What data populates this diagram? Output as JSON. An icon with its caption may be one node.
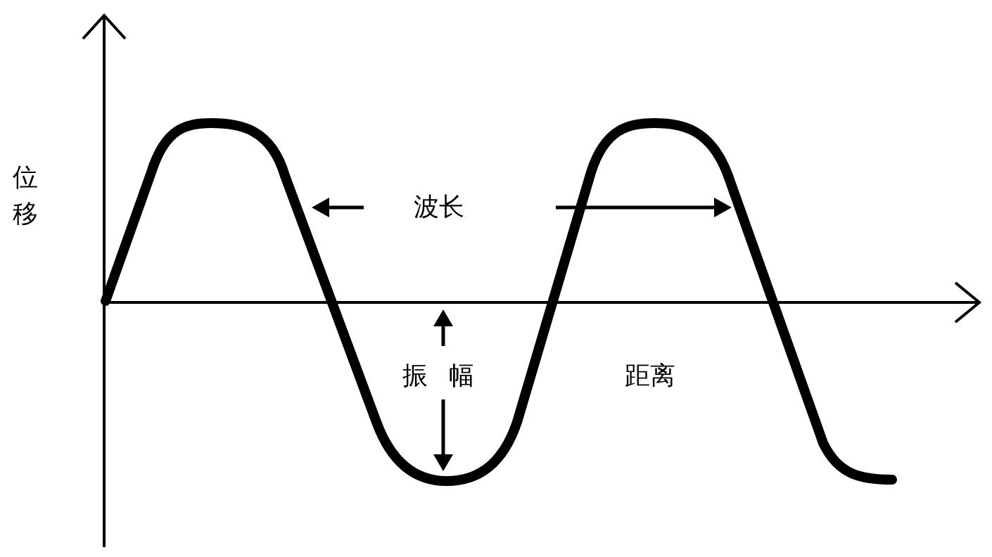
{
  "diagram": {
    "labels": [
      "位移",
      "波长",
      "振幅",
      "距离"
    ]
  }
}
